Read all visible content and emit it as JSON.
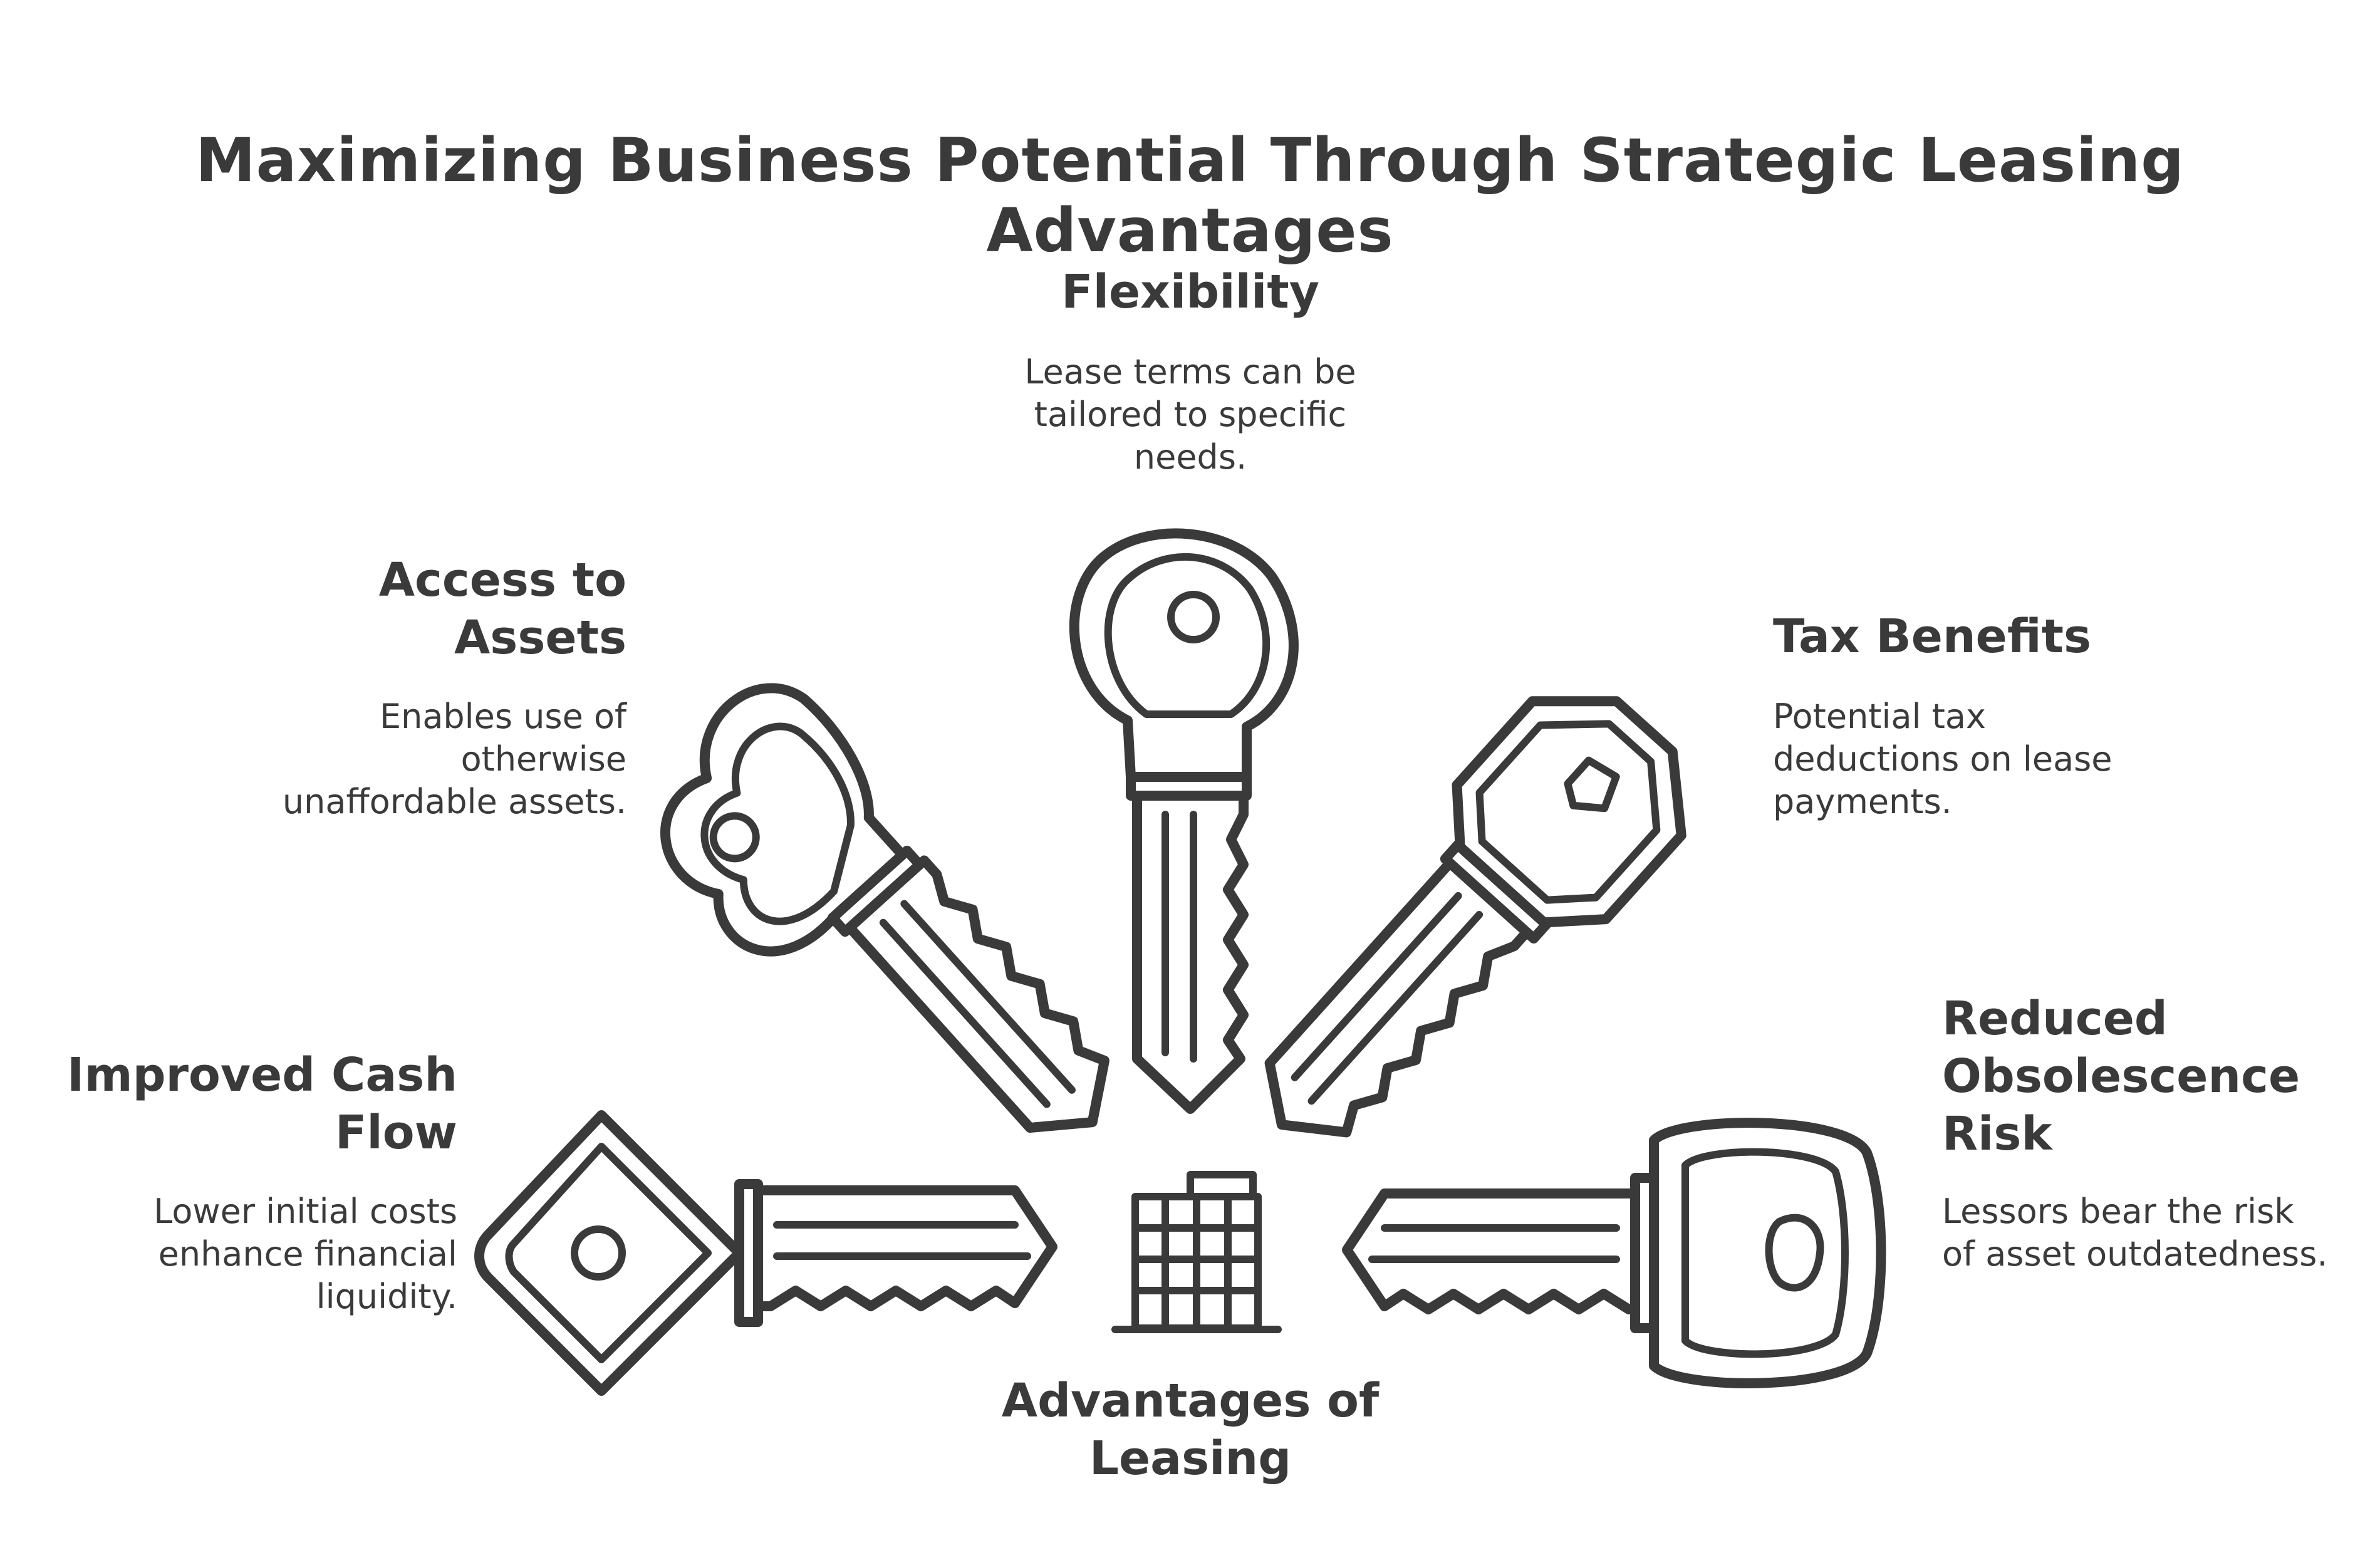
{
  "title": "Maximizing Business Potential Through Strategic Leasing Advantages",
  "center": {
    "label": "Advantages of Leasing",
    "icon": "office-building-icon"
  },
  "items": [
    {
      "id": "flexibility",
      "heading": "Flexibility",
      "description": "Lease terms can be tailored to specific needs.",
      "icon": "key-icon"
    },
    {
      "id": "access-to-assets",
      "heading": "Access to Assets",
      "description": "Enables use of otherwise unaffordable assets.",
      "icon": "key-icon"
    },
    {
      "id": "tax-benefits",
      "heading": "Tax Benefits",
      "description": "Potential tax deductions on lease payments.",
      "icon": "key-icon"
    },
    {
      "id": "improved-cash-flow",
      "heading": "Improved Cash Flow",
      "description": "Lower initial costs enhance financial liquidity.",
      "icon": "key-icon"
    },
    {
      "id": "reduced-obsolescence-risk",
      "heading": "Reduced Obsolescence Risk",
      "description": "Lessors bear the risk of asset outdatedness.",
      "icon": "key-icon"
    }
  ]
}
